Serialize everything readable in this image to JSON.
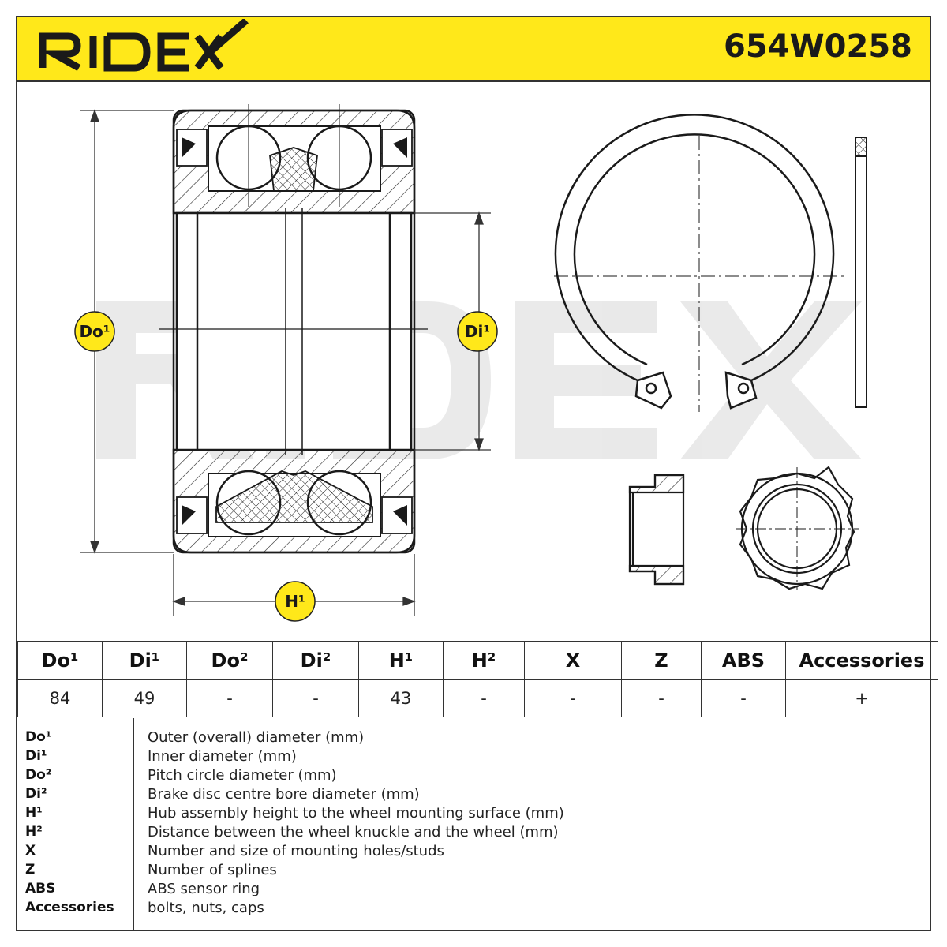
{
  "brand": {
    "name": "RIDEX",
    "color": "#ffe81a"
  },
  "part_number": "654W0258",
  "drawing_labels": {
    "outer_diameter": "Do¹",
    "inner_diameter": "Di¹",
    "height": "H¹"
  },
  "spec_table": {
    "headers": [
      "Do¹",
      "Di¹",
      "Do²",
      "Di²",
      "H¹",
      "H²",
      "X",
      "Z",
      "ABS",
      "Accessories"
    ],
    "values": [
      "84",
      "49",
      "-",
      "-",
      "43",
      "-",
      "-",
      "-",
      "-",
      "+"
    ]
  },
  "legend": [
    {
      "key": "Do¹",
      "desc": "Outer (overall) diameter (mm)"
    },
    {
      "key": "Di¹",
      "desc": "Inner diameter (mm)"
    },
    {
      "key": "Do²",
      "desc": "Pitch circle diameter (mm)"
    },
    {
      "key": "Di²",
      "desc": "Brake disc centre bore diameter (mm)"
    },
    {
      "key": "H¹",
      "desc": "Hub assembly height to the wheel mounting surface (mm)"
    },
    {
      "key": "H²",
      "desc": "Distance between the wheel knuckle and the wheel (mm)"
    },
    {
      "key": "X",
      "desc": "Number and size of mounting holes/studs"
    },
    {
      "key": "Z",
      "desc": "Number of splines"
    },
    {
      "key": "ABS",
      "desc": "ABS sensor ring"
    },
    {
      "key": "Accessories",
      "desc": "bolts, nuts, caps"
    }
  ]
}
